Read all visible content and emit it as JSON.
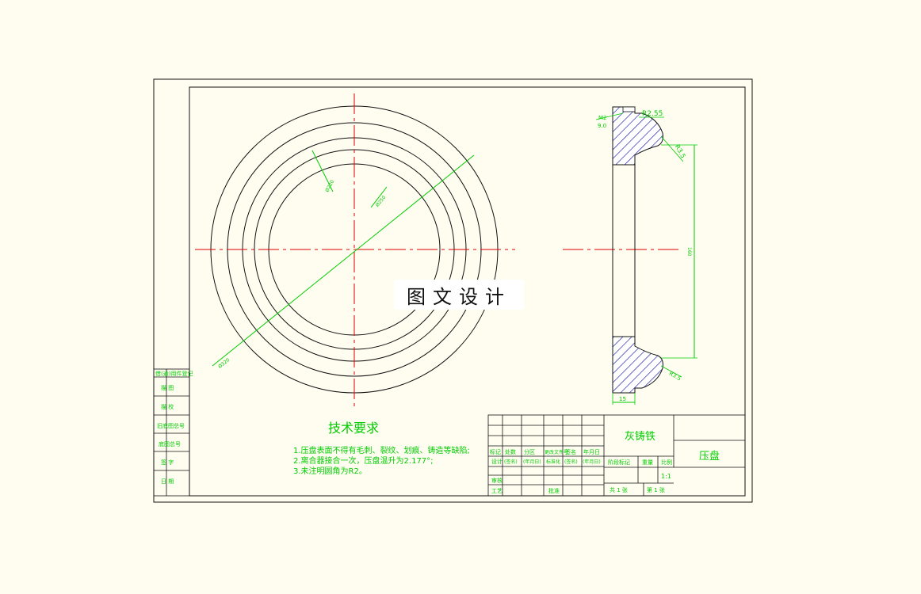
{
  "dimensions": {
    "circle_dia_1": "Ø220",
    "circle_dia_2": "Ø250",
    "circle_dia_3": "Ø320",
    "fillet_top": "R2.55",
    "thread": "M2",
    "thread_depth": "9.0",
    "fillet_side": "R3.5",
    "height": "160",
    "fillet_bottom": "R3.5",
    "width": "15"
  },
  "tech_requirements": {
    "title": "技术要求",
    "items": [
      "1.压盘表面不得有毛刺、裂纹、划痕、铸造等缺陷;",
      "2.离合器接合一次，压盘温升为2.177°;",
      "3.未注明圆角为R2。"
    ]
  },
  "left_strip": {
    "labels": [
      "借(通)用件登记",
      "描 图",
      "描 校",
      "旧底图总号",
      "底图总号",
      "签 字",
      "日 期"
    ]
  },
  "title_block": {
    "material": "灰铸铁",
    "part_name": "压盘",
    "rev_headers": [
      "标记",
      "处数",
      "分区",
      "更改文件号",
      "签名",
      "年月日"
    ],
    "design_row": [
      "设计",
      "(签名)",
      "(年月日)",
      "标准化",
      "(签名)",
      "(年月日)"
    ],
    "review_label": "审核",
    "process_label": "工艺",
    "approve_label": "批准",
    "stage_label": "阶段标记",
    "weight_label": "重量",
    "scale_label": "比例",
    "scale_value": "1:1",
    "sheets_total": "共 1 张",
    "sheet_no": "第 1 张"
  },
  "watermark": "图文设计"
}
